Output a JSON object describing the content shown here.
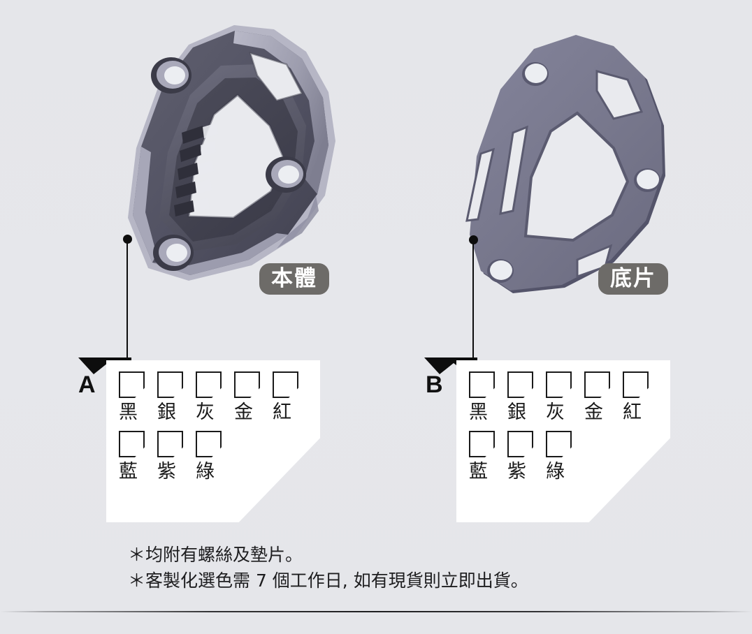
{
  "page": {
    "background_color": "#e5e6ea",
    "divider_color": "#141416"
  },
  "parts": [
    {
      "id": "body",
      "group_letter": "A",
      "badge_label": "本體",
      "badge_bg": "#6d6b68",
      "badge_text_color": "#ffffff",
      "art_alt": "heel-guard-main-body-3d-render"
    },
    {
      "id": "plate",
      "group_letter": "B",
      "badge_label": "底片",
      "badge_bg": "#6d6b68",
      "badge_text_color": "#ffffff",
      "art_alt": "heel-guard-base-plate-3d-render"
    }
  ],
  "color_options": {
    "row_1": [
      {
        "label": "黑",
        "name": "black",
        "checked": false
      },
      {
        "label": "銀",
        "name": "silver",
        "checked": false
      },
      {
        "label": "灰",
        "name": "gray",
        "checked": false
      },
      {
        "label": "金",
        "name": "gold",
        "checked": false
      },
      {
        "label": "紅",
        "name": "red",
        "checked": false
      }
    ],
    "row_2": [
      {
        "label": "藍",
        "name": "blue",
        "checked": false
      },
      {
        "label": "紫",
        "name": "purple",
        "checked": false
      },
      {
        "label": "綠",
        "name": "green",
        "checked": false
      }
    ]
  },
  "footnotes": [
    "＊均附有螺絲及墊片。",
    "＊客製化選色需 7 個工作日, 如有現貨則立即出貨。"
  ],
  "art_colors": {
    "body_dark": "#4a4a58",
    "body_mid": "#5b5b6b",
    "body_light": "#9a9aad",
    "body_highlight": "#b6b6c6",
    "body_shadow": "#3a3a46",
    "plate_face": "#7b7b8f",
    "plate_edge": "#5d5d70",
    "plate_dark": "#4e4e60"
  }
}
